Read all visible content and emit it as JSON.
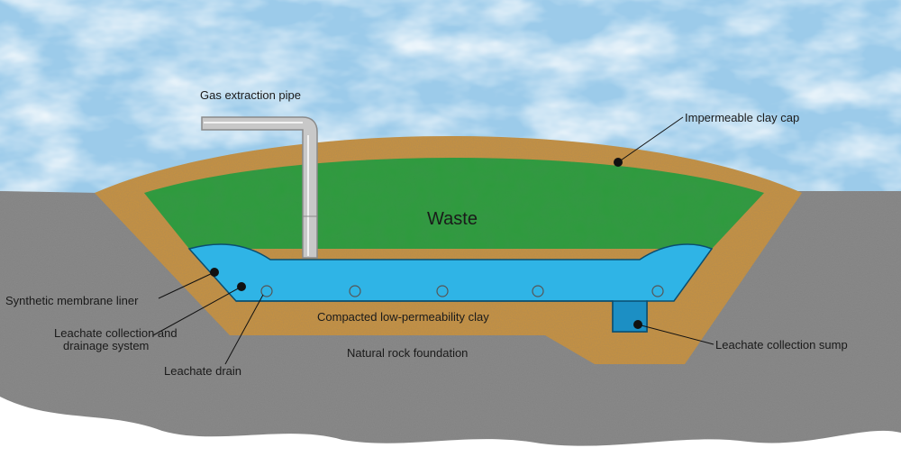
{
  "diagram": {
    "labels": {
      "gas_pipe": "Gas extraction pipe",
      "clay_cap": "Impermeable clay cap",
      "waste": "Waste",
      "liner": "Synthetic membrane liner",
      "collection_line1": "Leachate collection and",
      "collection_line2": "drainage system",
      "drain": "Leachate drain",
      "clay": "Compacted low-permeability clay",
      "rock": "Natural rock foundation",
      "sump": "Leachate collection sump"
    },
    "colors": {
      "sky": "#9ccbea",
      "ground": "#8a8a8a",
      "clay": "#c9923f",
      "waste": "#2f9a3e",
      "leachate": "#2fb4e6",
      "pipe": "#c8c8c8"
    }
  }
}
